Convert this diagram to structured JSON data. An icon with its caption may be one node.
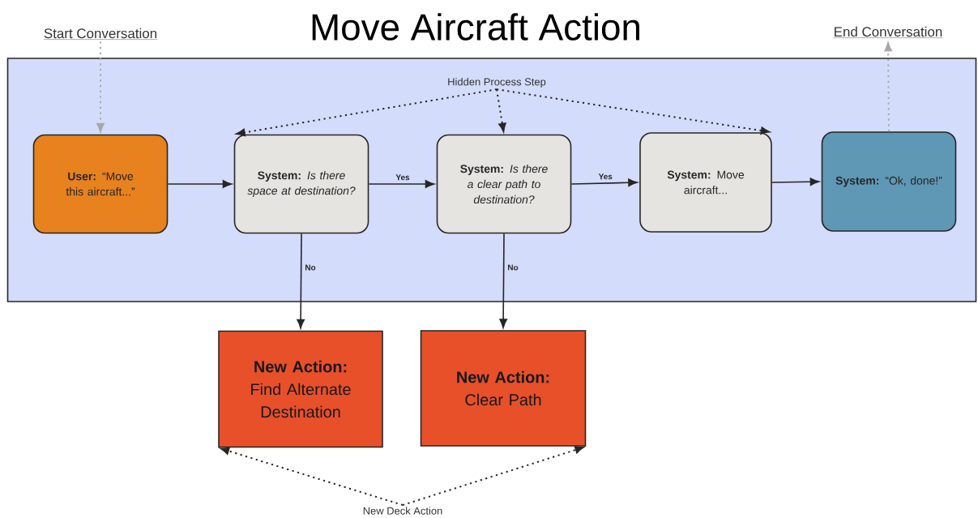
{
  "diagram": {
    "title": "Move Aircraft Action",
    "nodes": [
      {
        "text": [
          "Start Conversation"
        ]
      },
      {
        "text": [
          "End Conversation"
        ]
      },
      {
        "text": [],
        "shape": "box"
      },
      {
        "text": [
          "Hidden Process Step"
        ],
        "in": 2
      },
      {
        "text": [
          "**User:** “Move this aircraft...”"
        ],
        "in": 2
      },
      {
        "text": [
          "**System:** *Is there space at destination?*"
        ],
        "in": 2
      },
      {
        "text": [
          "**System:** *Is there a clear path to destination?*"
        ],
        "in": 2
      },
      {
        "text": [
          "**System:** Move aircraft..."
        ],
        "in": 2
      },
      {
        "text": [
          "**System:** “Ok, done!”"
        ],
        "in": 2
      },
      {
        "text": [
          "**New Action:** Find Alternate Destination"
        ]
      },
      {
        "text": [
          "**New Action:** Clear Path"
        ]
      },
      {
        "text": [
          "New Deck Action"
        ]
      }
    ],
    "edges": [
      {
        "from": 0,
        "to": 4,
        "arrow": "to",
        "style": "dashed",
        "color": "#a8a8a8"
      },
      {
        "from": 4,
        "to": 5,
        "arrow": "to"
      },
      {
        "from": 5,
        "to": 6,
        "arrow": "to",
        "label": "Yes"
      },
      {
        "from": 6,
        "to": 7,
        "arrow": "to",
        "label": "Yes"
      },
      {
        "from": 7,
        "to": 8,
        "arrow": "to"
      },
      {
        "from": 8,
        "to": 1,
        "arrow": "to",
        "style": "dashed",
        "color": "#a8a8a8"
      },
      {
        "from": 5,
        "to": 9,
        "arrow": "to",
        "label": "No"
      },
      {
        "from": 6,
        "to": 10,
        "arrow": "to",
        "label": "No"
      },
      {
        "from": 3,
        "to": 5,
        "arrow": "to",
        "style": "dashed"
      },
      {
        "from": 3,
        "to": 6,
        "arrow": "to",
        "style": "dashed"
      },
      {
        "from": 3,
        "to": 7,
        "arrow": "to",
        "style": "dashed"
      },
      {
        "from": 11,
        "to": 9,
        "arrow": "to",
        "style": "dashed"
      },
      {
        "from": 11,
        "to": 10,
        "arrow": "to",
        "style": "dashed"
      }
    ]
  }
}
